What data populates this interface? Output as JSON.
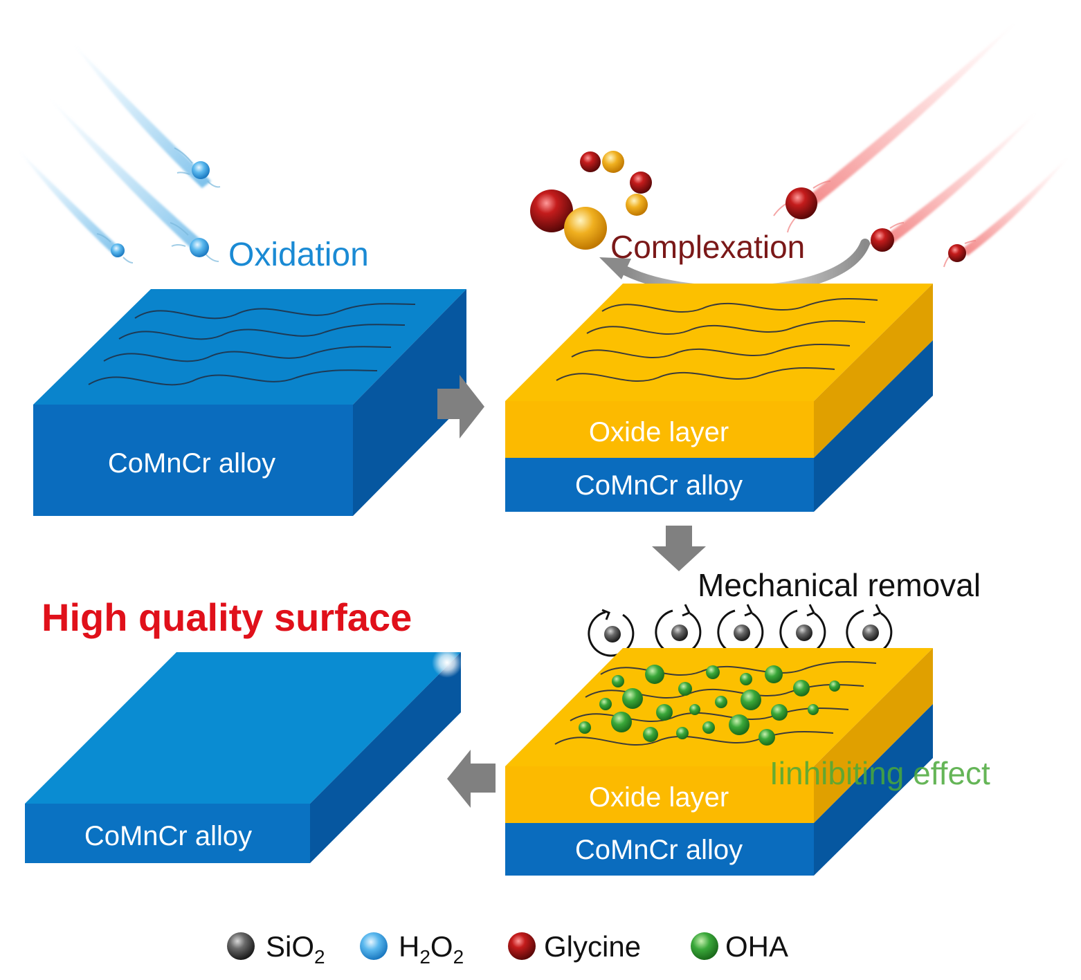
{
  "labels": {
    "oxidation": "Oxidation",
    "complexation": "Complexation",
    "mechanical_removal": "Mechanical removal",
    "inhibiting_effect": "Iinhibiting effect",
    "high_quality_surface": "High quality surface",
    "alloy": "CoMnCr alloy",
    "oxide_layer": "Oxide layer"
  },
  "legend": [
    {
      "key": "sio2",
      "base": "SiO",
      "sub": "2",
      "after": "",
      "color": "#4a4a4a"
    },
    {
      "key": "h2o2",
      "base": "H",
      "sub": "2",
      "after": "O",
      "sub2": "2",
      "color": "#3a9ad6"
    },
    {
      "key": "glycine",
      "base": "Glycine",
      "sub": "",
      "after": "",
      "color": "#a01818"
    },
    {
      "key": "oha",
      "base": "OHA",
      "sub": "",
      "after": "",
      "color": "#3aa03a"
    }
  ],
  "colors": {
    "blue_top": "#0a82cc",
    "blue_front": "#0a6cbe",
    "blue_side": "#0657a0",
    "gold_top": "#fcc000",
    "gold_front": "#fcb800",
    "gold_side": "#e0a000",
    "oxidation_text": "#1a8ad4",
    "complexation_text": "#7a1818",
    "quality_text": "#e0101a",
    "inhibit_text": "#4aa83a",
    "arrow": "#808080"
  }
}
